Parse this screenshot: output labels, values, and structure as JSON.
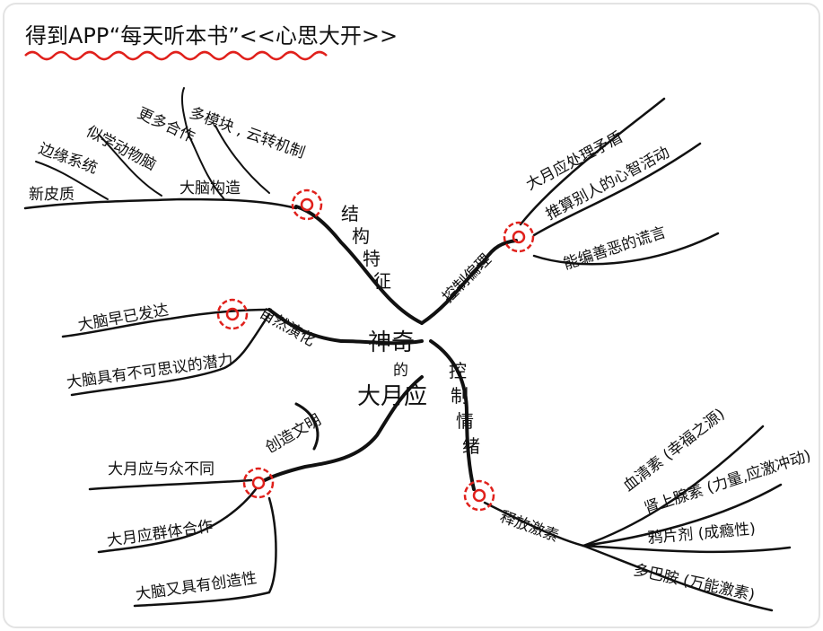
{
  "title": "得到APP“每天听本书”<<心思大开>>",
  "center": {
    "line1": "神奇",
    "line2": "的",
    "line3": "大月应"
  },
  "branches": {
    "structure": {
      "label": [
        "结",
        "构",
        "特",
        "征"
      ],
      "node": "大脑构造",
      "leaves": [
        "多模块 , 云转机制",
        "更多合作",
        "似学动物脑",
        "边缘系统",
        "新皮质"
      ]
    },
    "evolution": {
      "label": "自然演化",
      "leaves": [
        "大脑早已发达",
        "大脑具有不可思议的潜力"
      ]
    },
    "civilization": {
      "label": "创造文明",
      "leaves": [
        "大月应与众不同",
        "大月应群体合作",
        "大脑又具有创造性"
      ]
    },
    "control": {
      "label": "控制偏理",
      "leaves": [
        "大月应处理矛盾",
        "推算别人的心智活动",
        "能编善恶的谎言"
      ]
    },
    "emotion": {
      "label": [
        "控",
        "制",
        "情",
        "绪"
      ],
      "node": "释放激素",
      "leaves": [
        "血清素 (幸福之源)",
        "肾上腺素 (力量,应激冲动)",
        "鸦片剂 (成瘾性)",
        "多巴胺 (万能激素)"
      ]
    }
  },
  "colors": {
    "ink": "#111111",
    "accent": "#e0201b"
  }
}
